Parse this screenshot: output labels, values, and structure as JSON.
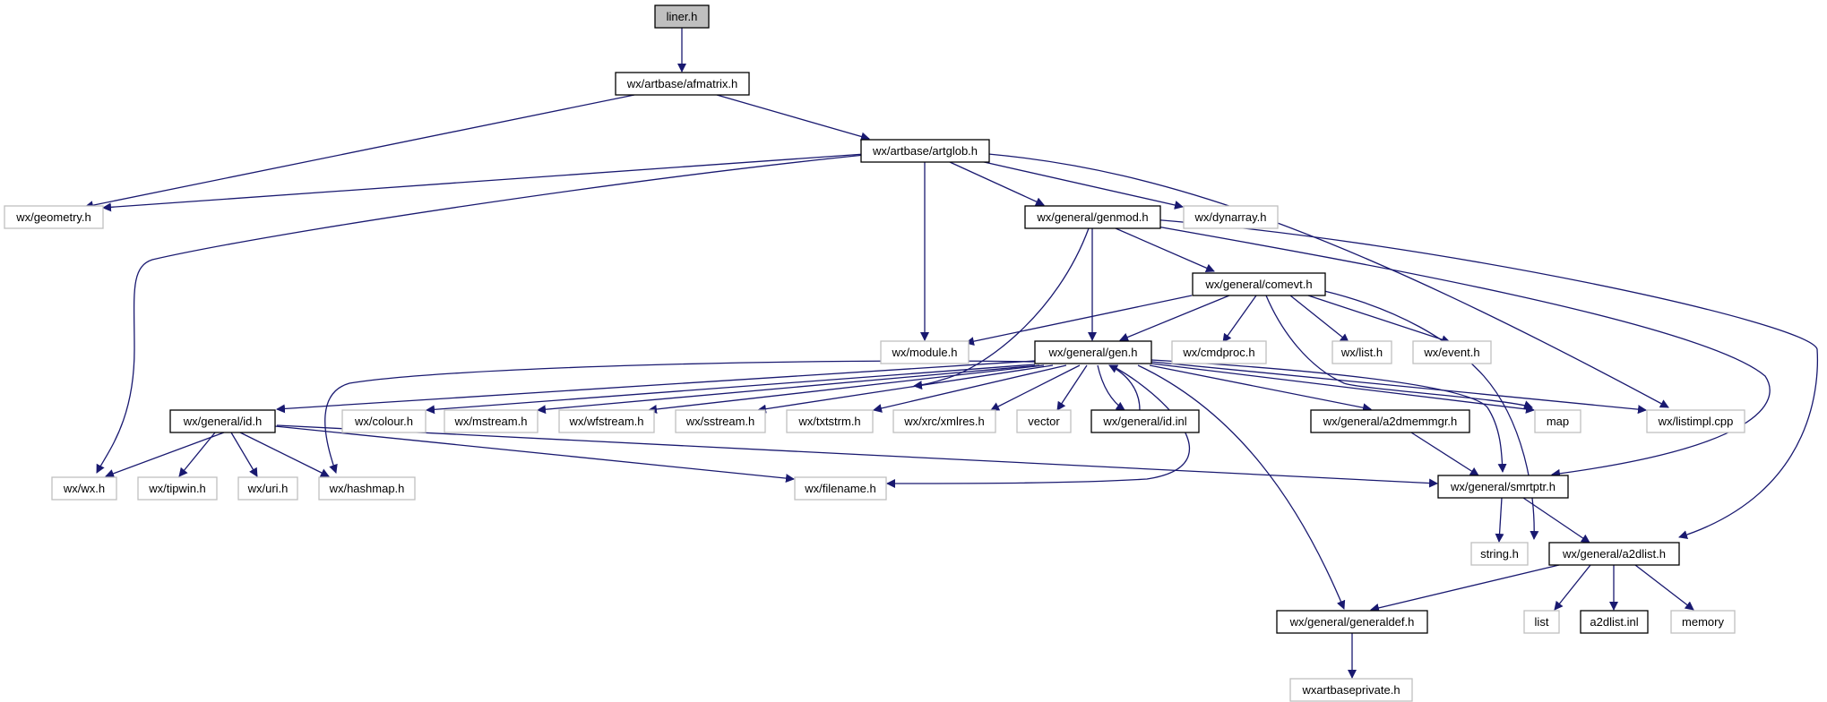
{
  "colors": {
    "edge": "#191970",
    "root_fill": "#bfbfbf",
    "external_border": "#bfbfbf",
    "node_border": "#000000"
  },
  "nodes": {
    "liner_h": "liner.h",
    "afmatrix_h": "wx/artbase/afmatrix.h",
    "artglob_h": "wx/artbase/artglob.h",
    "geometry_h": "wx/geometry.h",
    "genmod_h": "wx/general/genmod.h",
    "dynarray_h": "wx/dynarray.h",
    "comevt_h": "wx/general/comevt.h",
    "module_h": "wx/module.h",
    "gen_h": "wx/general/gen.h",
    "cmdproc_h": "wx/cmdproc.h",
    "list_h": "wx/list.h",
    "event_h": "wx/event.h",
    "id_h": "wx/general/id.h",
    "colour_h": "wx/colour.h",
    "mstream_h": "wx/mstream.h",
    "wfstream_h": "wx/wfstream.h",
    "sstream_h": "wx/sstream.h",
    "txtstrm_h": "wx/txtstrm.h",
    "xmlres_h": "wx/xrc/xmlres.h",
    "vector": "vector",
    "id_inl": "wx/general/id.inl",
    "a2dmemmgr_h": "wx/general/a2dmemmgr.h",
    "map": "map",
    "listimpl_cpp": "wx/listimpl.cpp",
    "wx_h": "wx/wx.h",
    "tipwin_h": "wx/tipwin.h",
    "uri_h": "wx/uri.h",
    "hashmap_h": "wx/hashmap.h",
    "filename_h": "wx/filename.h",
    "smrtptr_h": "wx/general/smrtptr.h",
    "string_h": "string.h",
    "a2dlist_h": "wx/general/a2dlist.h",
    "generaldef_h": "wx/general/generaldef.h",
    "list": "list",
    "a2dlist_inl": "a2dlist.inl",
    "memory": "memory",
    "wxartbaseprivate_h": "wxartbaseprivate.h"
  }
}
